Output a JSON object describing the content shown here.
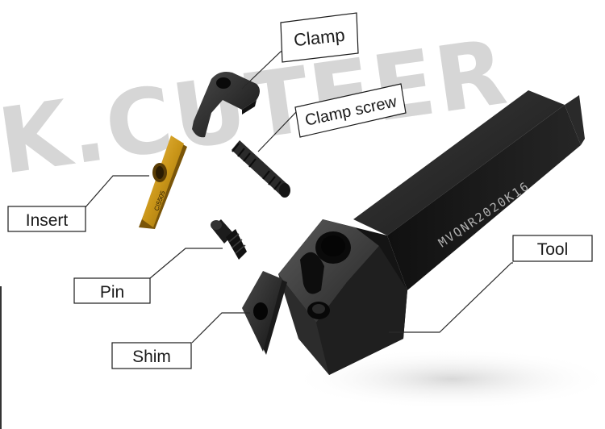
{
  "watermark": "K.CUTEER",
  "tool_marking": "MVQNR2020K16",
  "insert_marking": "CI5505",
  "labels": {
    "clamp": "Clamp",
    "clamp_screw": "Clamp screw",
    "insert": "Insert",
    "pin": "Pin",
    "shim": "Shim",
    "tool": "Tool"
  }
}
